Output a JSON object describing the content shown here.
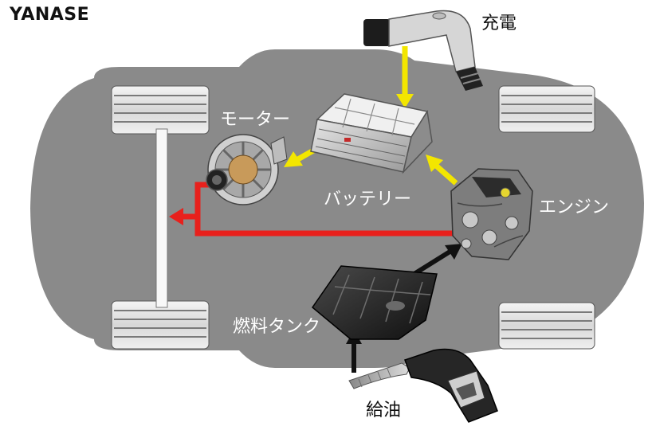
{
  "brand": {
    "logo_text": "YANASE"
  },
  "labels": {
    "charging": "充電",
    "motor": "モーター",
    "battery": "バッテリー",
    "engine": "エンジン",
    "fuel_tank": "燃料タンク",
    "refueling": "給油"
  },
  "icons": {
    "charger": "ev-charging-plug-icon",
    "pump": "fuel-nozzle-icon"
  },
  "colors": {
    "car_body": "#8a8a8a",
    "charge_flow": "#f3e600",
    "drive_flow": "#e8201c",
    "fuel_flow": "#111111"
  }
}
